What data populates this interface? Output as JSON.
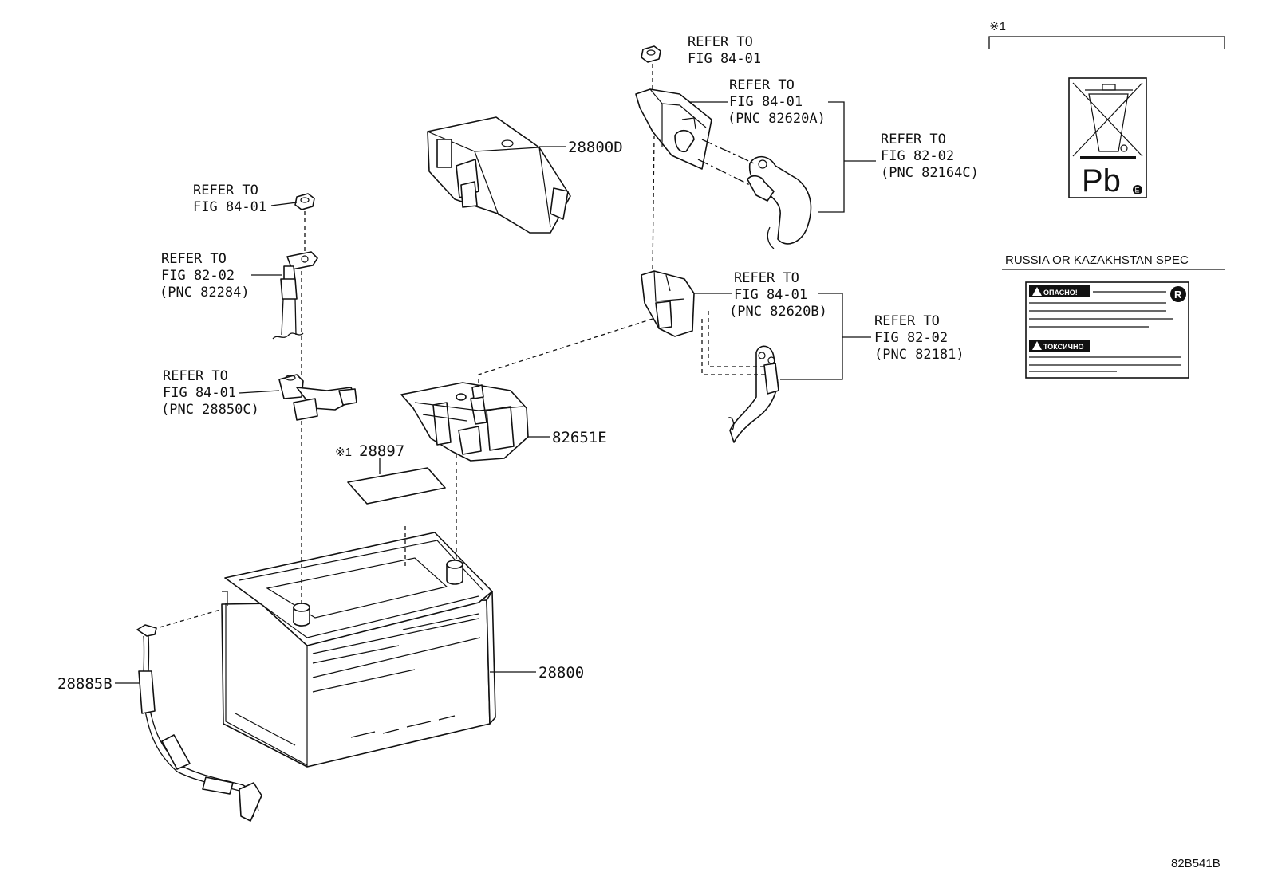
{
  "labels": {
    "refer_nut_top": [
      "REFER TO",
      "FIG 84-01"
    ],
    "refer_bracket_a": [
      "REFER TO",
      "FIG 84-01",
      "(PNC 82620A)"
    ],
    "refer_cable_c": [
      "REFER TO",
      "FIG 82-02",
      "(PNC 82164C)"
    ],
    "refer_nut_left": [
      "REFER TO",
      "FIG 84-01"
    ],
    "refer_cable_82284": [
      "REFER TO",
      "FIG 82-02",
      "(PNC 82284)"
    ],
    "refer_sensor_28850c": [
      "REFER TO",
      "FIG 84-01",
      "(PNC 28850C)"
    ],
    "refer_bracket_b": [
      "REFER TO",
      "FIG 84-01",
      "(PNC 82620B)"
    ],
    "refer_cable_82181": [
      "REFER TO",
      "FIG 82-02",
      "(PNC 82181)"
    ]
  },
  "parts": {
    "cover": "28800D",
    "terminal_block": "82651E",
    "label_sheet_mark": "※1",
    "label_sheet": "28897",
    "battery": "28800",
    "wire_harness": "28885B"
  },
  "inset": {
    "mark": "※1",
    "pb_symbol": "Pb",
    "pb_corner_badge": "E",
    "region_title": "RUSSIA OR KAZAKHSTAN SPEC",
    "warning_1": "ОПАСНО!",
    "warning_2": "ТОКСИЧНО",
    "region_badge": "R"
  },
  "figure_id": "82B541B"
}
